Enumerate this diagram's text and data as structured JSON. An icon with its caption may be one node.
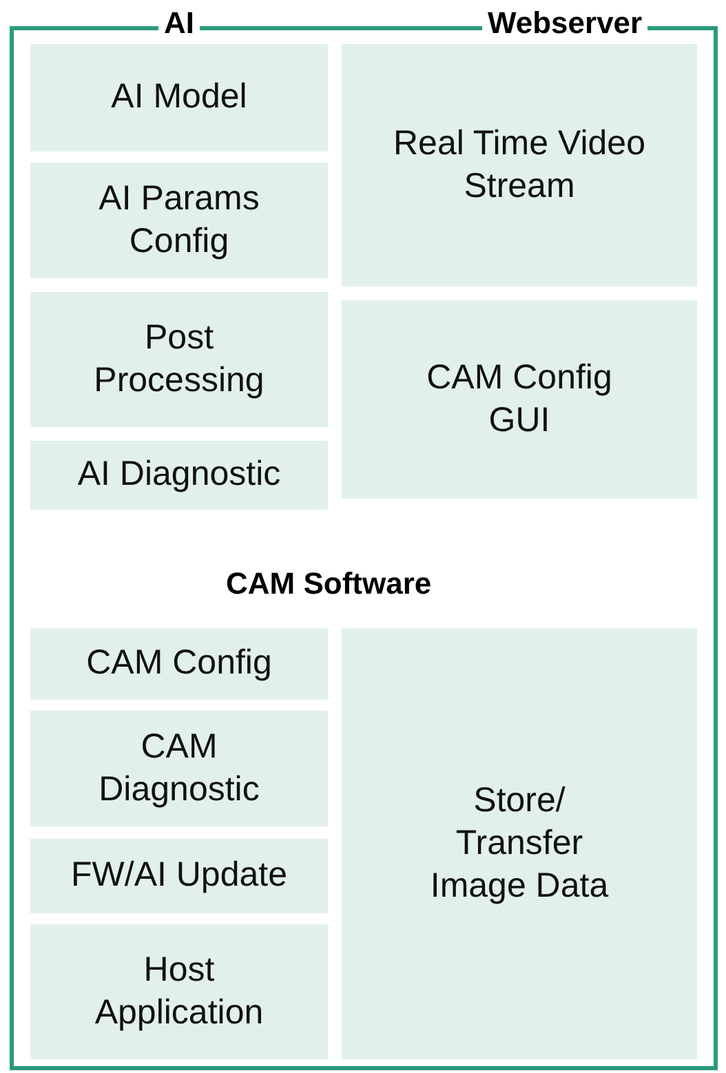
{
  "diagram": {
    "nodes": [
      {
        "text": [
          "AI",
          "Webserver",
          "CAM Software"
        ]
      },
      {
        "text": [
          "AI Model"
        ],
        "in": 0
      },
      {
        "text": [
          "AI Params Config"
        ],
        "in": 0
      },
      {
        "text": [
          "Post Processing"
        ],
        "in": 0
      },
      {
        "text": [
          "AI Diagnostic"
        ],
        "in": 0
      },
      {
        "text": [
          "Real Time Video Stream"
        ],
        "in": 0
      },
      {
        "text": [
          "CAM Config GUI"
        ],
        "in": 0
      },
      {
        "text": [
          "CAM Config"
        ],
        "in": 0
      },
      {
        "text": [
          "CAM Diagnostic"
        ],
        "in": 0
      },
      {
        "text": [
          "FW/AI Update"
        ],
        "in": 0
      },
      {
        "text": [
          "Host Application"
        ],
        "in": 0
      },
      {
        "text": [
          "Store/ Transfer Image Data"
        ],
        "in": 0
      }
    ]
  }
}
